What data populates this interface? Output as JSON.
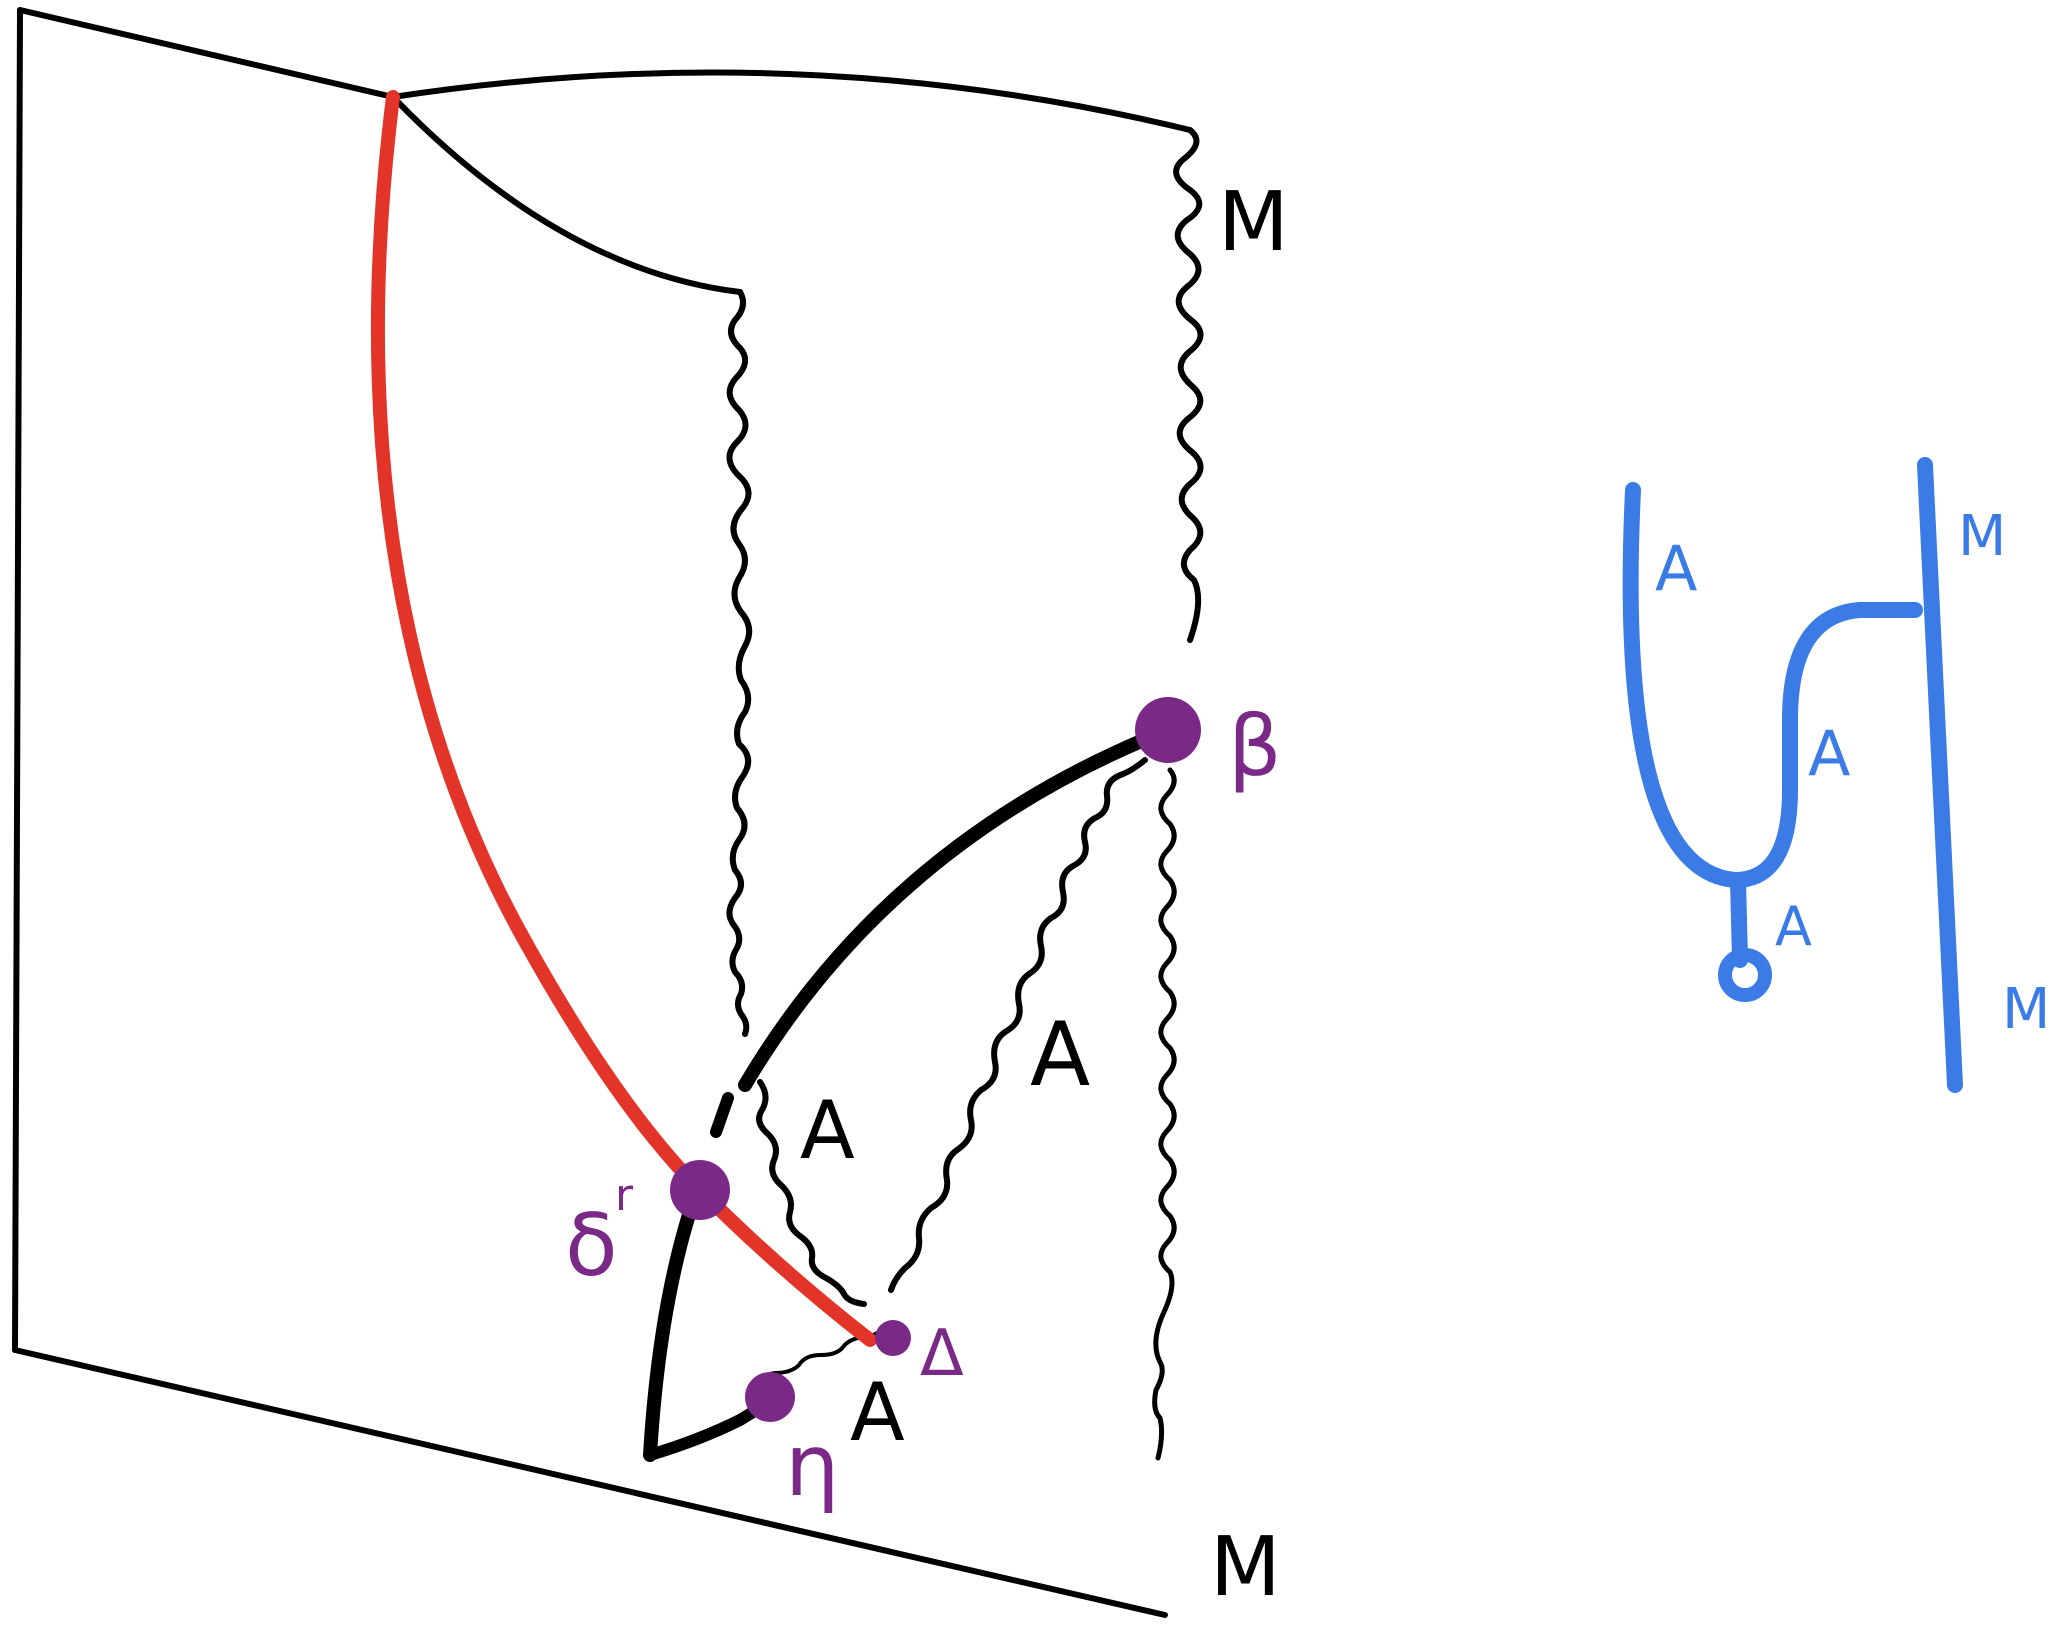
{
  "colors": {
    "ink": "#000000",
    "red_line": "#e3342a",
    "vertex": "#7a2a86",
    "vertex_label": "#7a2a86",
    "string_diagram": "#3b7be6"
  },
  "main_diagram": {
    "boundary_labels": {
      "top_right": "M",
      "bottom_right": "M"
    },
    "edge_labels": {
      "near_delta_upper": "A",
      "middle_wavy": "A",
      "near_eta": "A"
    },
    "vertex_labels": {
      "beta": "β",
      "delta_r": "δ",
      "delta_r_superscript": "r",
      "Delta": "Δ",
      "eta": "η"
    }
  },
  "string_diagram": {
    "labels": {
      "left_strand": "A",
      "middle_strand": "A",
      "lower_strand": "A",
      "right_top": "M",
      "right_bottom": "M"
    }
  }
}
